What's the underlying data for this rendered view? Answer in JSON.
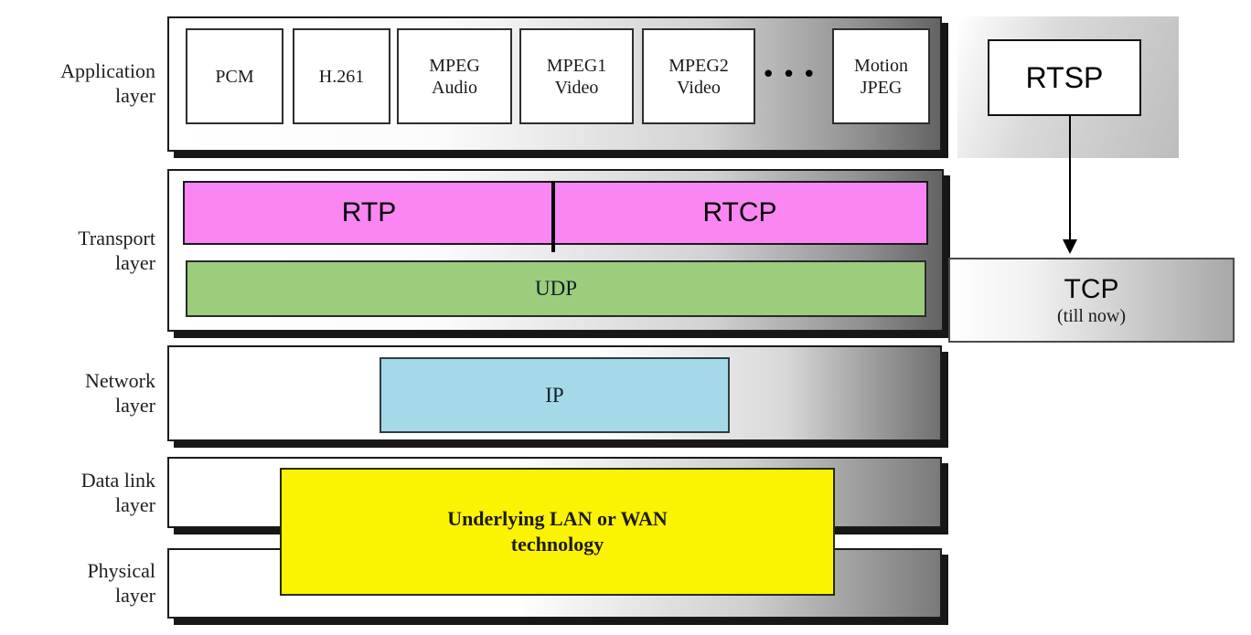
{
  "diagram": {
    "layer_labels": [
      {
        "lines": [
          "Application",
          "layer"
        ]
      },
      {
        "lines": [
          "Transport",
          "layer"
        ]
      },
      {
        "lines": [
          "Network",
          "layer"
        ]
      },
      {
        "lines": [
          "Data link",
          "layer"
        ]
      },
      {
        "lines": [
          "Physical",
          "layer"
        ]
      }
    ],
    "application": {
      "codecs": [
        {
          "lines": [
            "PCM"
          ]
        },
        {
          "lines": [
            "H.261"
          ]
        },
        {
          "lines": [
            "MPEG",
            "Audio"
          ]
        },
        {
          "lines": [
            "MPEG1",
            "Video"
          ]
        },
        {
          "lines": [
            "MPEG2",
            "Video"
          ]
        },
        {
          "lines": [
            "Motion",
            "JPEG"
          ]
        }
      ],
      "ellipsis": "•••"
    },
    "transport": {
      "rtp_label": "RTP",
      "rtcp_label": "RTCP",
      "udp_label": "UDP"
    },
    "network": {
      "ip_label": "IP"
    },
    "link_physical": {
      "underlying_lines": [
        "Underlying LAN or WAN",
        "technology"
      ]
    },
    "rtsp_label": "RTSP",
    "tcp": {
      "title": "TCP",
      "subtitle": "(till now)"
    },
    "colors": {
      "rtp_rtcp_fill": "#fa86f3",
      "udp_fill": "#9bcd7d",
      "ip_fill": "#a5d9e8",
      "underlying_fill": "#fcf303",
      "bar_gradient_dark": "#636363",
      "shadow": "#171717"
    }
  }
}
